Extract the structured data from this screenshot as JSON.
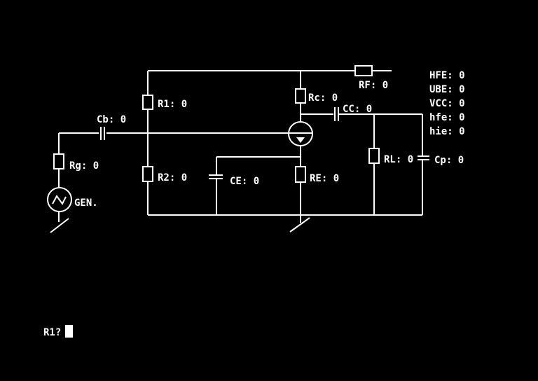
{
  "app": {
    "background_color": "#000000",
    "foreground_color": "#ffffff",
    "description": "DOS circuit-simulation screen: single-transistor amplifier schematic"
  },
  "schematic": {
    "components": {
      "cb": {
        "label": "Cb: 0"
      },
      "rg": {
        "label": "Rg: 0"
      },
      "gen": {
        "label": "GEN."
      },
      "r1": {
        "label": "R1: 0"
      },
      "r2": {
        "label": "R2: 0"
      },
      "ce": {
        "label": "CE: 0"
      },
      "re": {
        "label": "RE: 0"
      },
      "rc": {
        "label": "Rc: 0"
      },
      "rf": {
        "label": "RF: 0"
      },
      "cc": {
        "label": "CC: 0"
      },
      "rl": {
        "label": "RL: 0"
      },
      "cp": {
        "label": "Cp: 0"
      }
    }
  },
  "parameters": {
    "items": [
      {
        "label": "HFE: 0"
      },
      {
        "label": "UBE: 0"
      },
      {
        "label": "VCC: 0"
      },
      {
        "label": "hfe: 0"
      },
      {
        "label": "hie: 0"
      }
    ]
  },
  "prompt": {
    "text": "R1?"
  }
}
